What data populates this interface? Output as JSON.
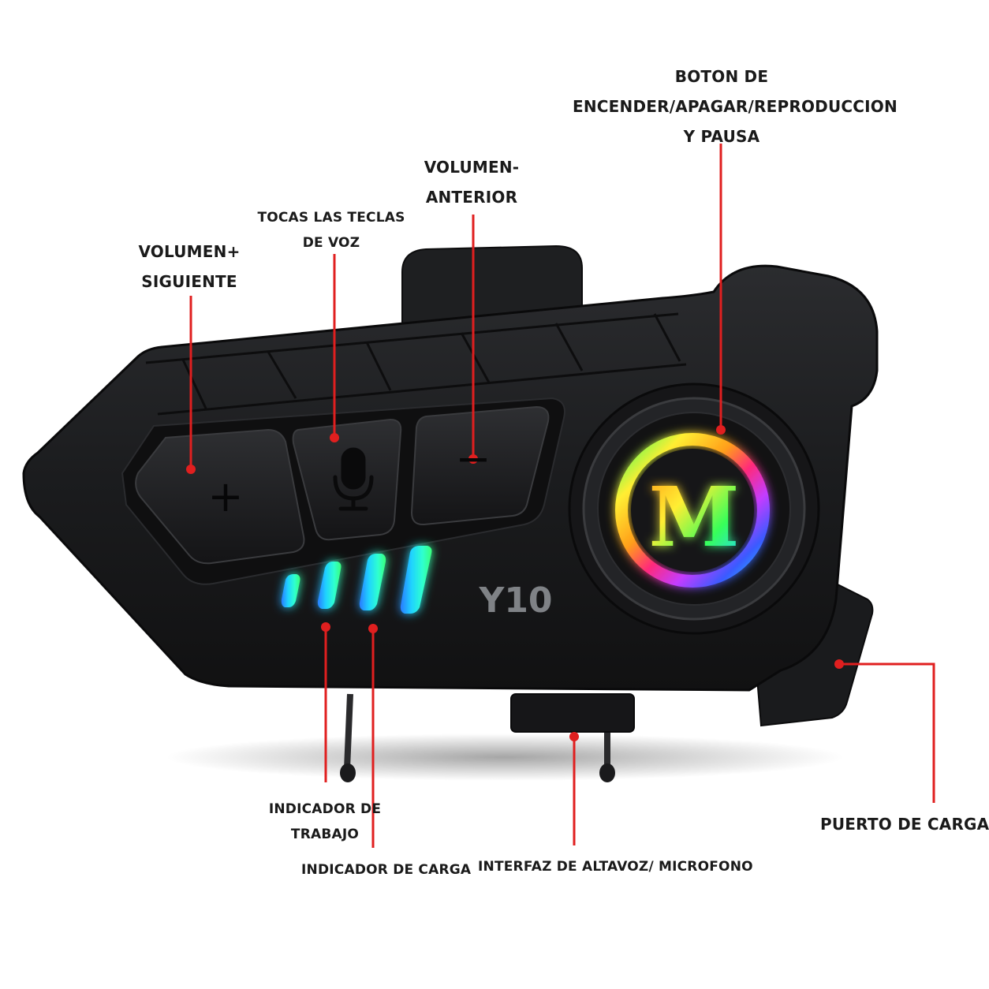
{
  "labels": {
    "power": [
      "BOTON DE",
      "ENCENDER/APAGAR/REPRODUCCION",
      "Y PAUSA"
    ],
    "volume_minus": [
      "VOLUMEN-",
      "ANTERIOR"
    ],
    "voice_keys": [
      "TOCAS LAS TECLAS",
      "DE VOZ"
    ],
    "volume_plus": [
      "VOLUMEN+",
      "SIGUIENTE"
    ],
    "charging_port": "PUERTO DE CARGA",
    "work_indicator": [
      "INDICADOR DE",
      "TRABAJO"
    ],
    "charge_indicator": "INDICADOR DE CARGA",
    "speaker_interface": "INTERFAZ DE ALTAVOZ/ MICROFONO"
  },
  "device": {
    "model": "Y10",
    "logo_letter": "M",
    "button_symbols": {
      "plus": "+",
      "minus": "−"
    }
  },
  "colors": {
    "body": "#1c1d1f",
    "leader_line": "#e01f1f",
    "led_gradient": [
      "#2a7bff",
      "#1fd2ff",
      "#2fffd0",
      "#3aff7a"
    ],
    "ring_gradient": [
      "#ff2a2a",
      "#ff9f1a",
      "#ffee33",
      "#37ff5a",
      "#22d5ff",
      "#3a5bff",
      "#c43cff",
      "#ff2aa0"
    ]
  }
}
